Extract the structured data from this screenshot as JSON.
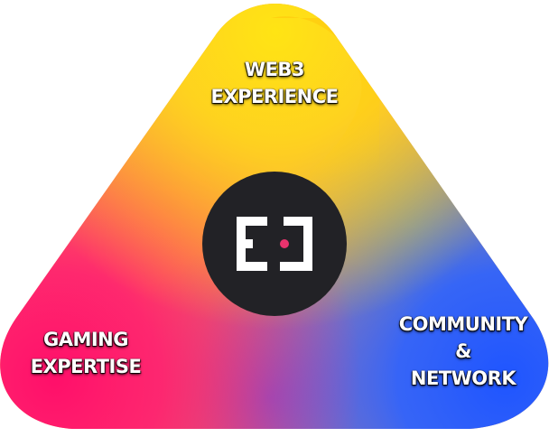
{
  "nodes": {
    "top": {
      "lines": [
        "WEB3",
        "EXPERIENCE"
      ]
    },
    "left": {
      "lines": [
        "GAMING",
        "EXPERTISE"
      ]
    },
    "right": {
      "lines": [
        "COMMUNITY",
        "&",
        "NETWORK"
      ]
    }
  },
  "center_logo": {
    "icon": "ej-logo-icon",
    "background": "#222226",
    "glyph_color": "#ffffff",
    "dot_color": "#e8336d"
  },
  "colors": {
    "yellow": "#ffe81a",
    "pink": "#ff1a6e",
    "blue": "#2d5bff",
    "purple": "#7a4ad8"
  }
}
